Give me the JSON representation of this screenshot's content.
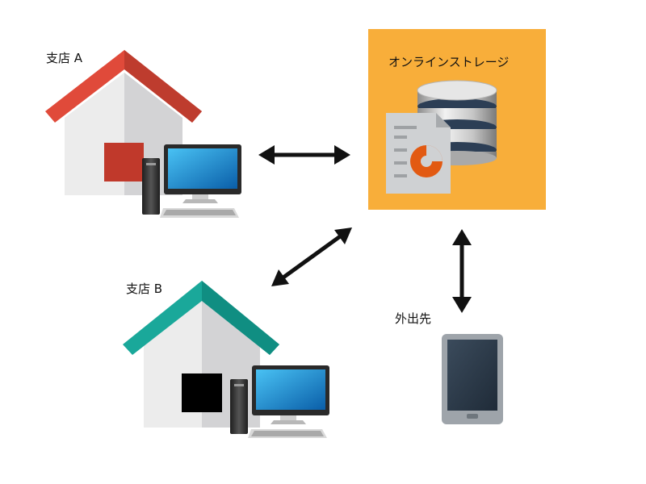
{
  "nodes": {
    "branch_a": {
      "label": "支店 A",
      "roof_color": "#e04a3a",
      "door_color": "#c0392b"
    },
    "branch_b": {
      "label": "支店 B",
      "roof_color": "#1aa89a",
      "door_color": "#000000"
    },
    "storage": {
      "label": "オンラインストレージ",
      "background": "#f8ae3a"
    },
    "remote": {
      "label": "外出先"
    }
  },
  "icons": {
    "house": "house-icon",
    "computer": "desktop-computer-icon",
    "database": "database-icon",
    "document": "chart-document-icon",
    "tablet": "tablet-icon"
  },
  "connections": [
    {
      "from": "branch_a",
      "to": "storage",
      "direction": "bidirectional"
    },
    {
      "from": "branch_b",
      "to": "storage",
      "direction": "bidirectional"
    },
    {
      "from": "remote",
      "to": "storage",
      "direction": "bidirectional"
    }
  ]
}
